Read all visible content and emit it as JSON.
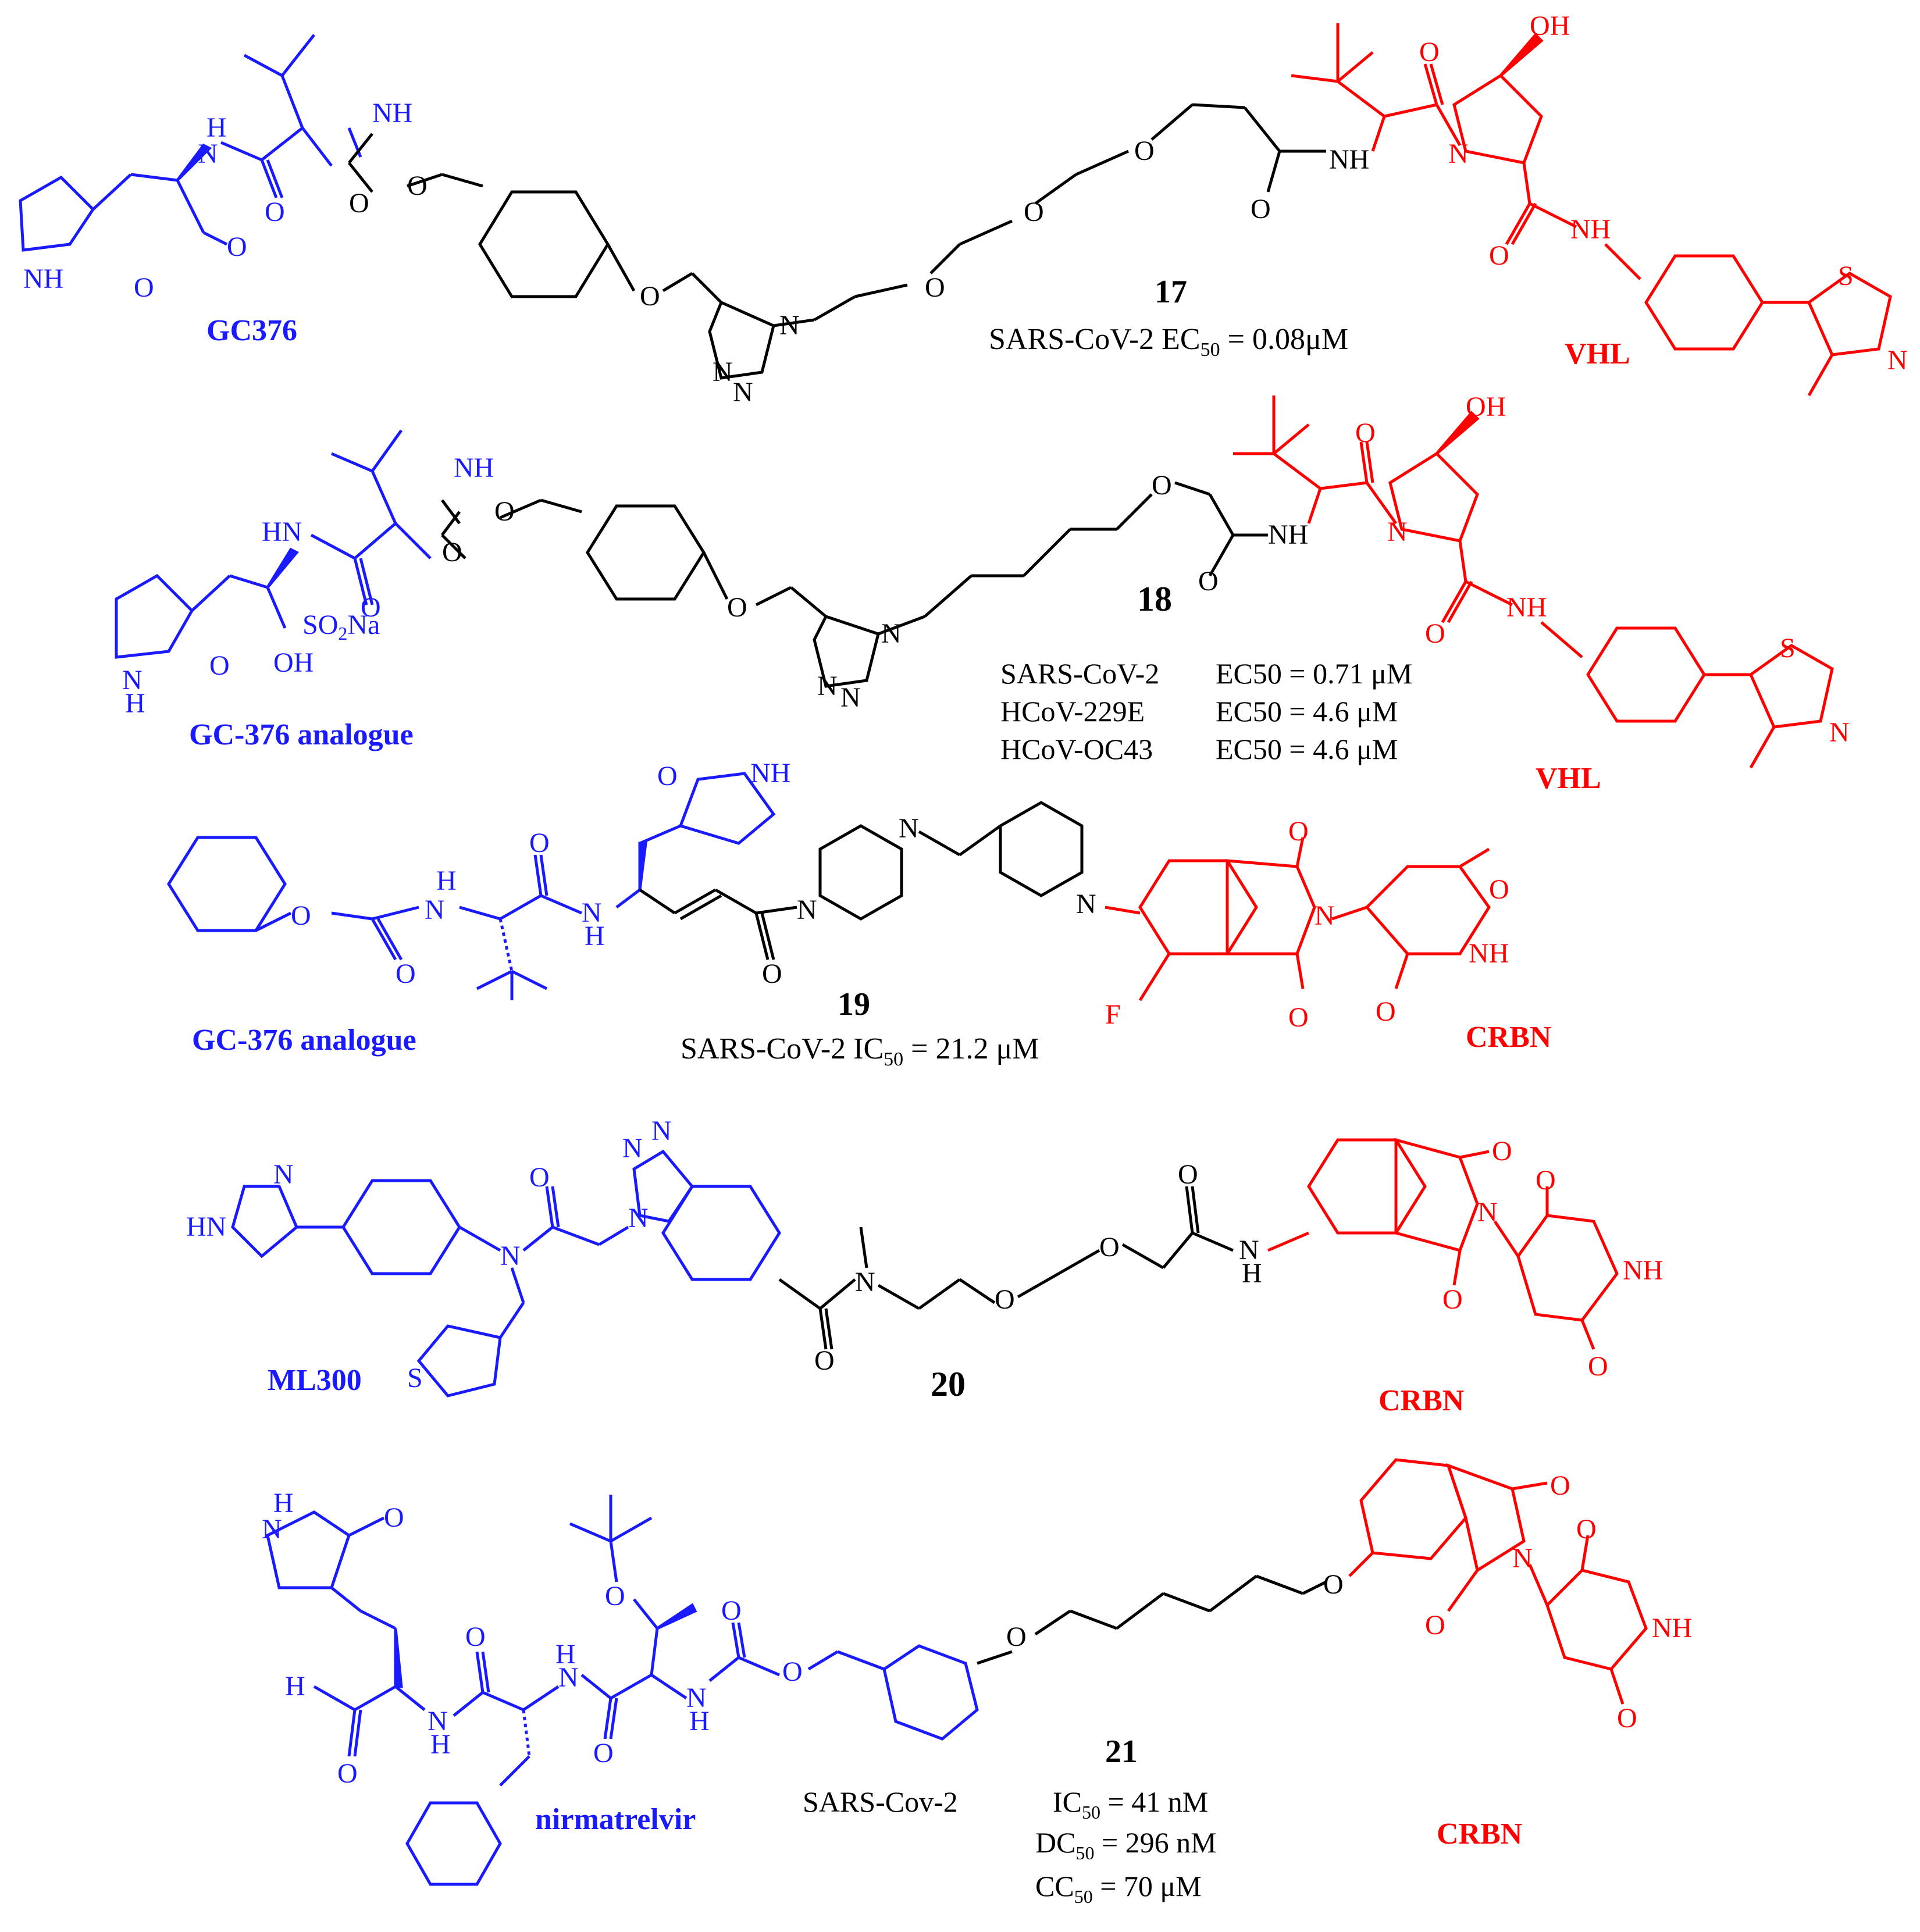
{
  "colors": {
    "warhead": "#1a1aff",
    "ligase": "#ff0000",
    "linker": "#000000"
  },
  "compounds": [
    {
      "id": "17",
      "warhead_label": "GC376",
      "ligase_label": "VHL",
      "activity": [
        {
          "target": "SARS-CoV-2",
          "metric": "EC",
          "sub": "50",
          "value": " = 0.08μM"
        }
      ]
    },
    {
      "id": "18",
      "warhead_label": "GC-376 analogue",
      "ligase_label": "VHL",
      "activity": [
        {
          "target": "SARS-CoV-2",
          "metric": "EC50",
          "value": " = 0.71 μM"
        },
        {
          "target": "HCoV-229E",
          "metric": "EC50",
          "value": " = 4.6 μM"
        },
        {
          "target": "HCoV-OC43",
          "metric": "EC50",
          "value": " = 4.6 μM"
        }
      ]
    },
    {
      "id": "19",
      "warhead_label": "GC-376 analogue",
      "ligase_label": "CRBN",
      "activity": [
        {
          "target": "SARS-CoV-2",
          "metric": "IC",
          "sub": "50",
          "value": " = 21.2 μM"
        }
      ]
    },
    {
      "id": "20",
      "warhead_label": "ML300",
      "ligase_label": "CRBN",
      "activity": []
    },
    {
      "id": "21",
      "warhead_label": "nirmatrelvir",
      "ligase_label": "CRBN",
      "activity": [
        {
          "target": "SARS-Cov-2",
          "metric": "IC",
          "sub": "50",
          "value": " = 41 nM"
        },
        {
          "target": "",
          "metric": "DC",
          "sub": "50",
          "value": " = 296 nM"
        },
        {
          "target": "",
          "metric": "CC",
          "sub": "50",
          "value": " = 70 μM"
        }
      ]
    }
  ]
}
